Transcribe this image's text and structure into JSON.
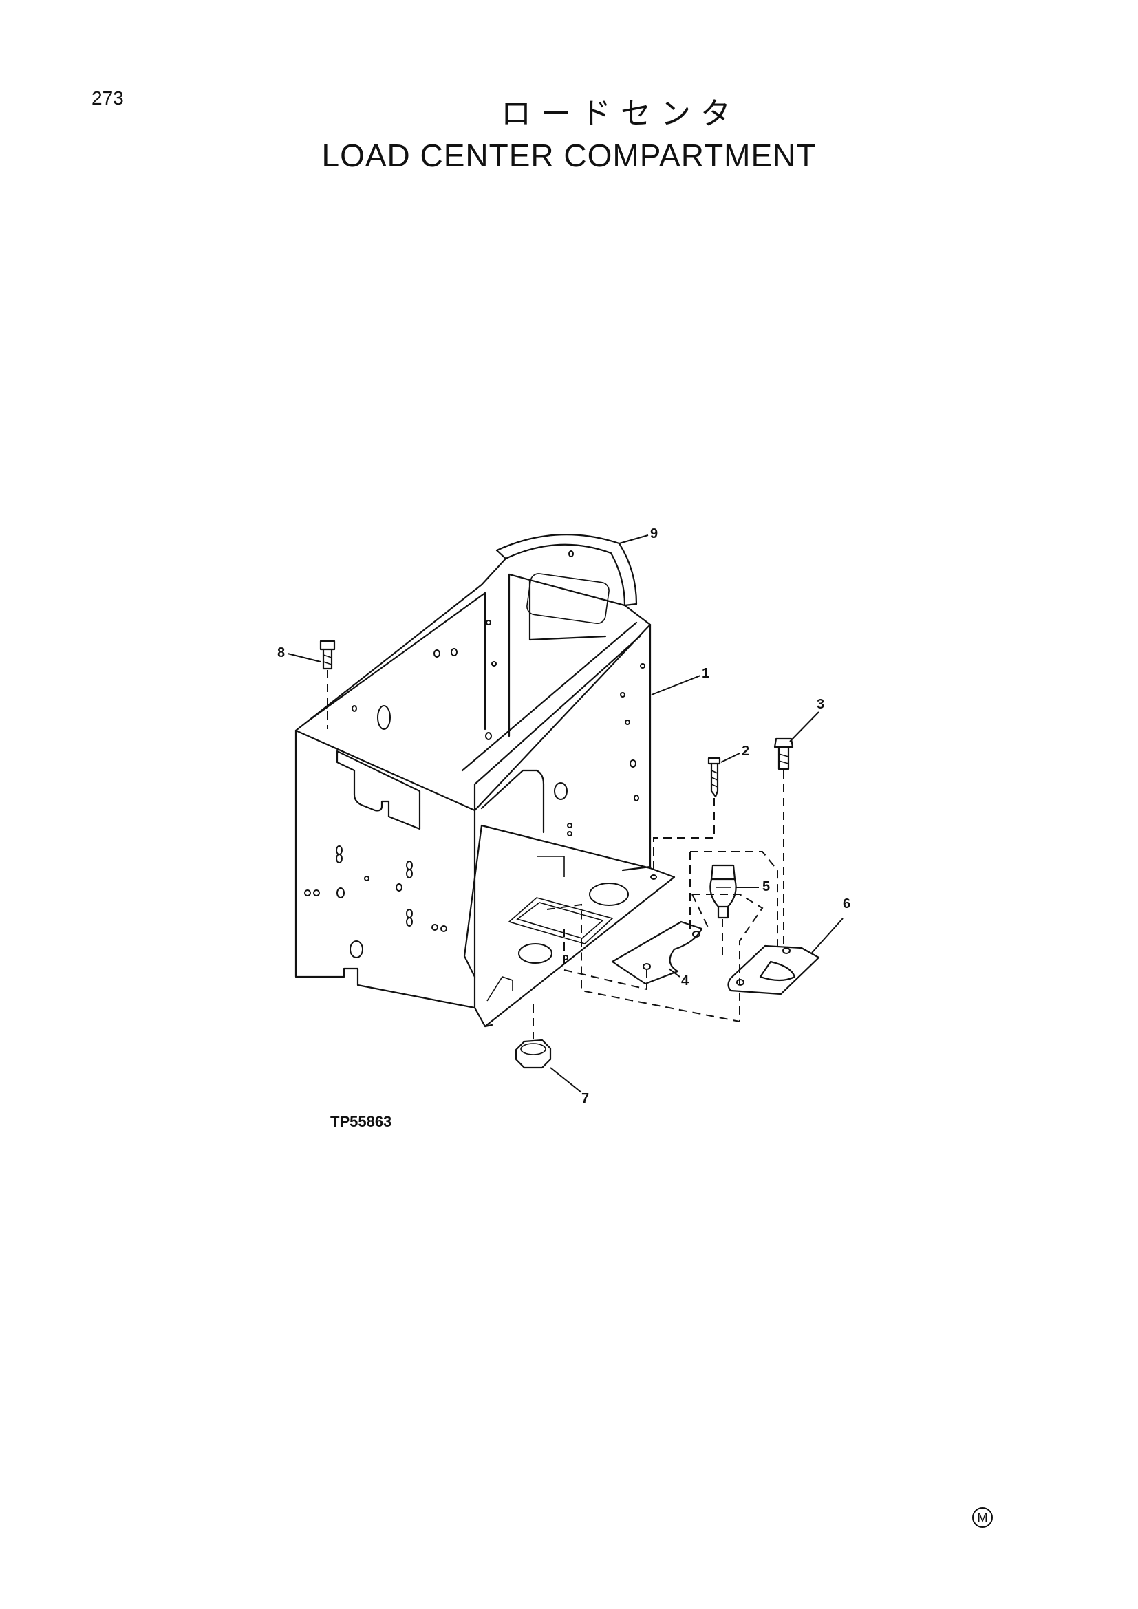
{
  "page": {
    "number": "273",
    "title_jp": "ロードセンタ",
    "title_en": "LOAD CENTER COMPARTMENT"
  },
  "diagram": {
    "figure_id": "TP55863",
    "callouts": [
      "1",
      "2",
      "3",
      "4",
      "5",
      "6",
      "7",
      "8",
      "9"
    ]
  },
  "footer": {
    "mark_letter": "M"
  }
}
